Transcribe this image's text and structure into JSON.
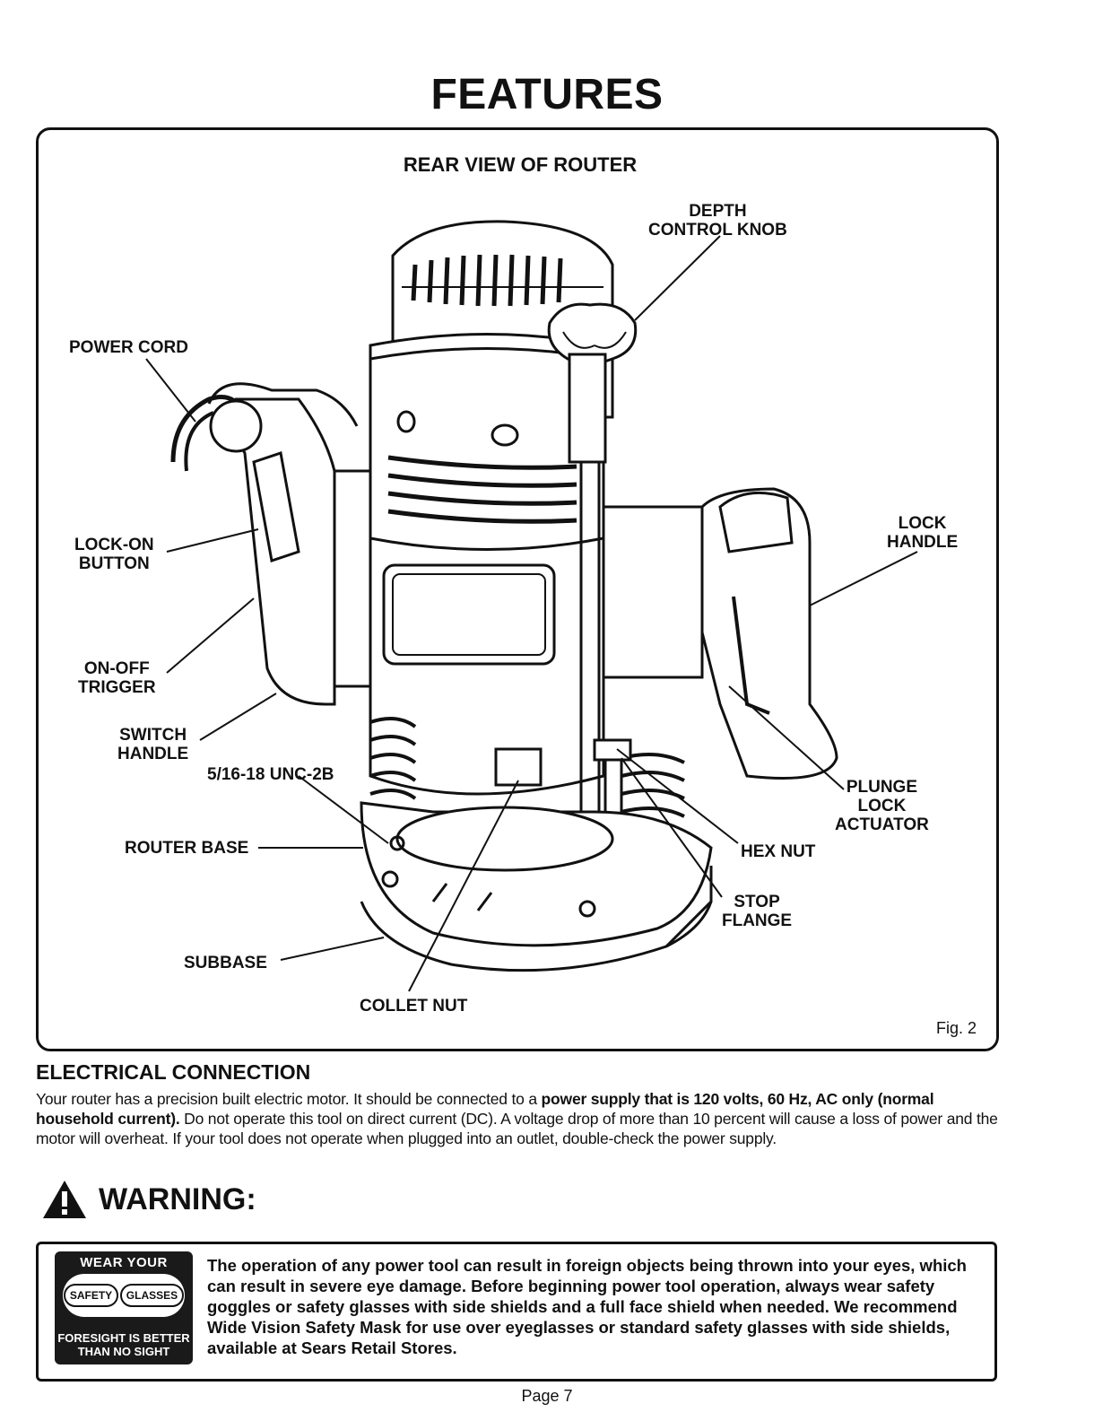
{
  "page": {
    "title": "FEATURES",
    "page_number": "Page 7"
  },
  "figure": {
    "title": "REAR VIEW OF ROUTER",
    "caption": "Fig. 2",
    "callouts": {
      "depth_control_knob_1": "DEPTH",
      "depth_control_knob_2": "CONTROL KNOB",
      "power_cord": "POWER CORD",
      "lock_on_button_1": "LOCK-ON",
      "lock_on_button_2": "BUTTON",
      "on_off_trigger_1": "ON-OFF",
      "on_off_trigger_2": "TRIGGER",
      "switch_handle_1": "SWITCH",
      "switch_handle_2": "HANDLE",
      "thread_spec": "5/16-18  UNC-2B",
      "router_base": "ROUTER BASE",
      "subbase": "SUBBASE",
      "collet_nut": "COLLET NUT",
      "lock_handle_1": "LOCK",
      "lock_handle_2": "HANDLE",
      "plunge_lock_actuator_1": "PLUNGE",
      "plunge_lock_actuator_2": "LOCK",
      "plunge_lock_actuator_3": "ACTUATOR",
      "hex_nut": "HEX NUT",
      "stop_flange_1": "STOP",
      "stop_flange_2": "FLANGE"
    }
  },
  "electrical": {
    "heading": "ELECTRICAL CONNECTION",
    "text_1": "Your router has a precision built electric motor. It should be connected to a ",
    "text_bold": "power supply that is 120 volts, 60 Hz, AC only (normal household current).",
    "text_2": " Do not operate this tool on direct current (DC). A voltage drop of more than 10 percent will cause a loss of power and the motor will overheat. If your tool does not operate when plugged into an outlet, double-check the power supply."
  },
  "warning": {
    "heading": "WARNING:",
    "badge_top": "WEAR YOUR",
    "badge_left": "SAFETY",
    "badge_right": "GLASSES",
    "badge_bottom_1": "FORESIGHT IS BETTER",
    "badge_bottom_2": "THAN NO SIGHT",
    "text": "The operation of any power tool can result in foreign objects being thrown into your eyes, which can result in severe eye damage. Before beginning power tool operation, always wear safety goggles or safety glasses with side shields and a full face shield when needed. We recommend Wide Vision Safety Mask for use over eyeglasses or standard safety glasses with side shields, available at Sears Retail Stores."
  }
}
